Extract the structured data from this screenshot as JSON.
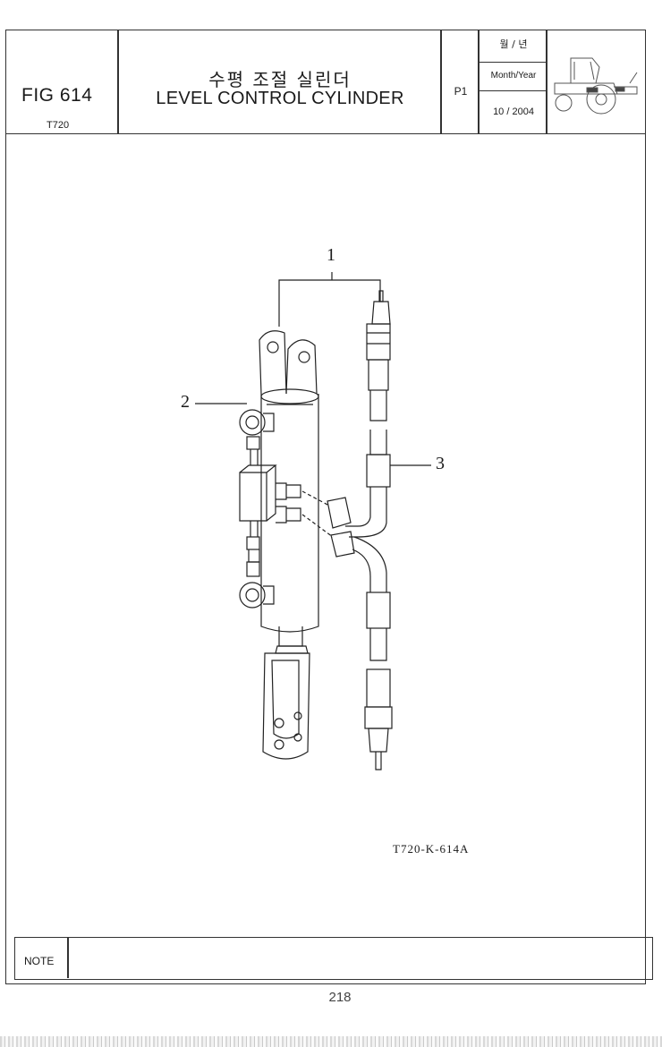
{
  "header": {
    "fig_label": "FIG 614",
    "model": "T720",
    "title_ko": "수평 조절 실린더",
    "title_en": "LEVEL CONTROL CYLINDER",
    "page_code": "P1",
    "month_year_ko": "월 / 년",
    "month_year_en": "Month/Year",
    "date": "10 / 2004",
    "thumbnail_icon": "tractor-icon"
  },
  "diagram": {
    "callouts": [
      "1",
      "2",
      "3"
    ],
    "drawing_code": "T720-K-614A"
  },
  "note": {
    "label": "NOTE"
  },
  "footer": {
    "page_number": "218"
  }
}
